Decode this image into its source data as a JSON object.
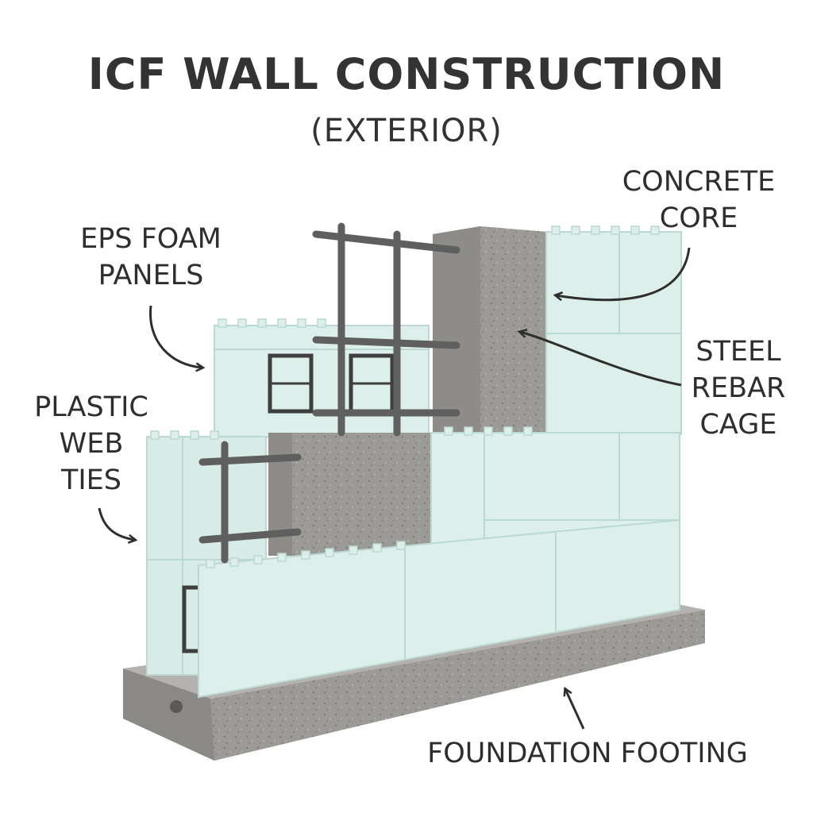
{
  "title": "ICF WALL CONSTRUCTION",
  "subtitle": "(EXTERIOR)",
  "labels": {
    "concrete_core": "CONCRETE\nCORE",
    "eps_foam_panels": "EPS FOAM\nPANELS",
    "steel_rebar_cage": "STEEL\nREBAR\nCAGE",
    "plastic_web_ties": "PLASTIC\nWEB\nTIES",
    "foundation_footing": "FOUNDATION FOOTING"
  },
  "colors": {
    "foam": "#dcefeb",
    "foam_shade": "#bcd8d2",
    "concrete": "#9b9a96",
    "concrete_dark": "#7d7c78",
    "rebar": "#5f5f5f",
    "text": "#2e2e2e"
  }
}
